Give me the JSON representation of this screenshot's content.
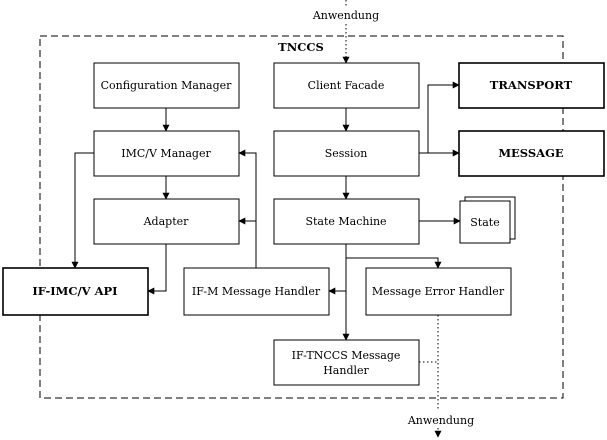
{
  "diagram": {
    "container_title": "TNCCS",
    "top_label": "Anwendung",
    "bottom_label": "Anwendung",
    "nodes": {
      "configuration_manager": "Configuration Manager",
      "client_facade": "Client Facade",
      "transport": "TRANSPORT",
      "imcv_manager": "IMC/V Manager",
      "session": "Session",
      "message": "MESSAGE",
      "adapter": "Adapter",
      "state_machine": "State Machine",
      "state": "State",
      "if_imcv_api": "IF-IMC/V API",
      "ifm_message_handler": "IF-M Message Handler",
      "message_error_handler": "Message Error Handler",
      "if_tnccs_message_handler_line1": "IF-TNCCS Message",
      "if_tnccs_message_handler_line2": "Handler"
    }
  }
}
